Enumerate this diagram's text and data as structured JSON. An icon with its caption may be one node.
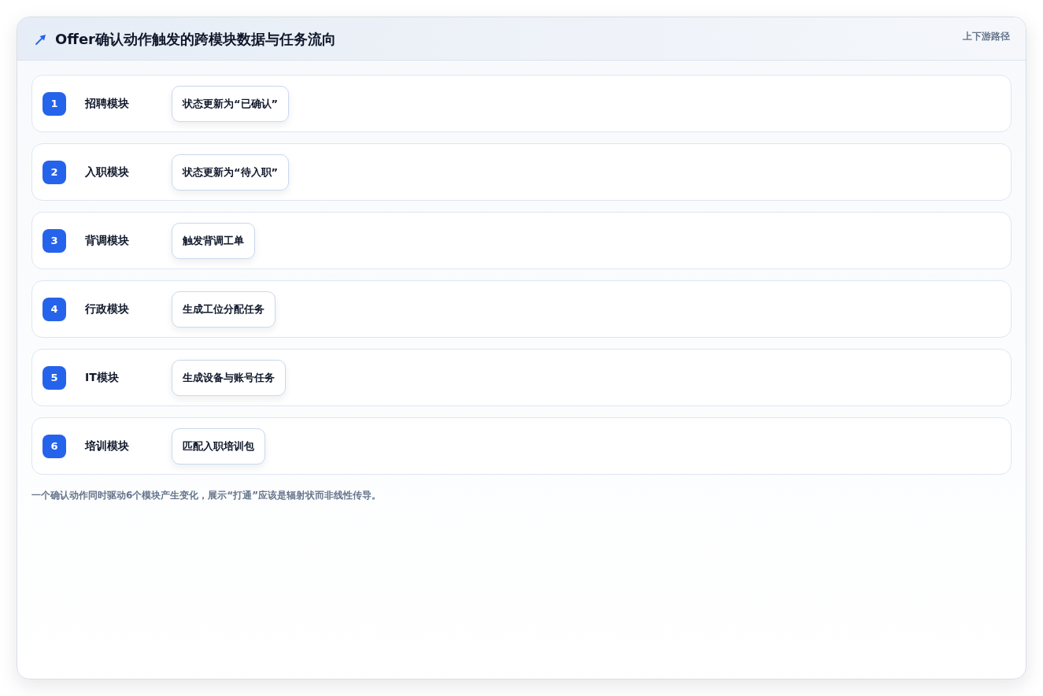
{
  "diagram": {
    "title": "Offer确认动作触发的跨模块数据与任务流向",
    "nodes": [
      {
        "text": [
          "招聘模块"
        ]
      },
      {
        "text": [
          "1"
        ],
        "in": 0
      },
      {
        "text": [
          "状态更新为“已确认”"
        ],
        "in": 0
      },
      {
        "text": [
          "入职模块"
        ]
      },
      {
        "text": [
          "2"
        ],
        "in": 3
      },
      {
        "text": [
          "状态更新为“待入职”"
        ],
        "in": 3
      },
      {
        "text": [
          "背调模块"
        ]
      },
      {
        "text": [
          "3"
        ],
        "in": 6
      },
      {
        "text": [
          "触发背调工单"
        ],
        "in": 6
      },
      {
        "text": [
          "行政模块"
        ]
      },
      {
        "text": [
          "4"
        ],
        "in": 9
      },
      {
        "text": [
          "生成工位分配任务"
        ],
        "in": 9
      },
      {
        "text": [
          "IT模块"
        ]
      },
      {
        "text": [
          "5"
        ],
        "in": 12
      },
      {
        "text": [
          "生成设备与账号任务"
        ],
        "in": 12
      },
      {
        "text": [
          "培训模块"
        ]
      },
      {
        "text": [
          "6"
        ],
        "in": 15
      },
      {
        "text": [
          "匹配入职培训包"
        ],
        "in": 15
      }
    ],
    "labels": [
      "上下游路径"
    ],
    "caption": "一个确认动作同时驱动6个模块产生变化，展示“打通”应该是辐射状而非线性传导。"
  }
}
